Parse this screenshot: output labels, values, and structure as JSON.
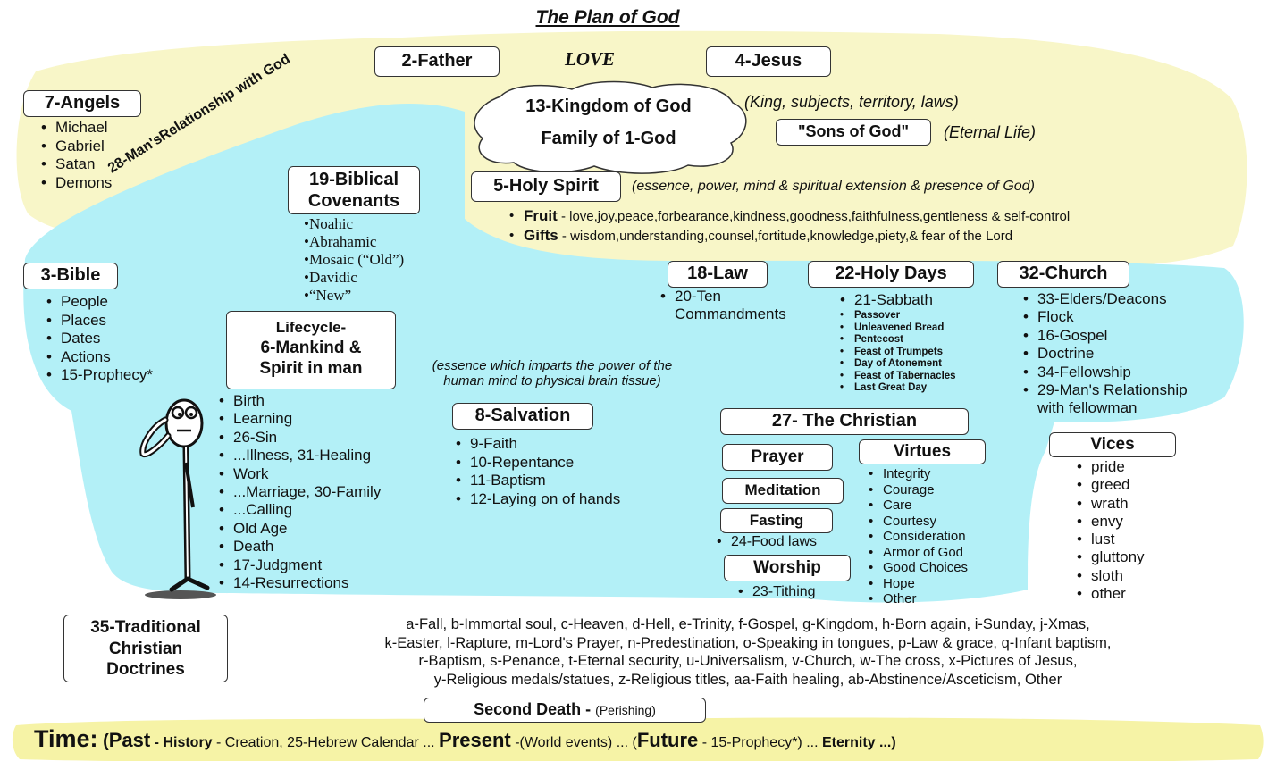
{
  "title": "The Plan of God",
  "top": {
    "father": "2-Father",
    "love": "LOVE",
    "jesus": "4-Jesus",
    "kingdom_line1": "13-Kingdom of God",
    "kingdom_line2": "Family of 1-God",
    "kingdom_note": "(King, subjects, territory, laws)",
    "sons": "\"Sons of God\"",
    "sons_note": "(Eternal Life)",
    "holy_spirit": "5-Holy Spirit",
    "holy_spirit_note": "(essence, power, mind & spiritual extension & presence of God)",
    "fruit_label": "Fruit",
    "fruit_text": " - love,joy,peace,forbearance,kindness,goodness,faithfulness,gentleness & self-control",
    "gifts_label": "Gifts",
    "gifts_text": " - wisdom,understanding,counsel,fortitude,knowledge,piety,& fear of the Lord"
  },
  "angels": {
    "title": "7-Angels",
    "items": [
      "Michael",
      "Gabriel",
      "Satan",
      "Demons"
    ]
  },
  "relationship_label": "28-Man'sRelationship with God",
  "covenants": {
    "title_line1": "19-Biblical",
    "title_line2": "Covenants",
    "items": [
      "•Noahic",
      "•Abrahamic",
      "•Mosaic (“Old”)",
      "•Davidic",
      "•“New”"
    ]
  },
  "bible": {
    "title": "3-Bible",
    "items": [
      "People",
      "Places",
      "Dates",
      "Actions",
      "15-Prophecy*"
    ]
  },
  "lifecycle": {
    "title_line1": "Lifecycle-",
    "title_line2": "6-Mankind &",
    "title_line3": "Spirit in man",
    "note_line1": "(essence which imparts the power of the",
    "note_line2": "human mind to physical brain tissue)",
    "items": [
      "Birth",
      "Learning",
      "26-Sin",
      "...Illness, 31-Healing",
      "Work",
      "...Marriage, 30-Family",
      "...Calling",
      "Old Age",
      "Death",
      "17-Judgment",
      "14-Resurrections"
    ]
  },
  "salvation": {
    "title": "8-Salvation",
    "items": [
      "9-Faith",
      "10-Repentance",
      "11-Baptism",
      "12-Laying on of hands"
    ]
  },
  "law": {
    "title": "18-Law",
    "item_line1": "20-Ten",
    "item_line2": "Commandments"
  },
  "holy_days": {
    "title": "22-Holy Days",
    "first": "21-Sabbath",
    "items": [
      "Passover",
      "Unleavened Bread",
      "Pentecost",
      "Feast of Trumpets",
      "Day of Atonement",
      "Feast of Tabernacles",
      "Last Great Day"
    ]
  },
  "church": {
    "title": "32-Church",
    "items": [
      "33-Elders/Deacons",
      "Flock",
      "16-Gospel",
      "Doctrine",
      "34-Fellowship",
      "29-Man's Relationship"
    ],
    "last_cont": "with fellowman"
  },
  "christian": {
    "title": "27- The Christian",
    "prayer": "Prayer",
    "meditation": "Meditation",
    "fasting": "Fasting",
    "fasting_item": "24-Food laws",
    "worship": "Worship",
    "worship_item": "23-Tithing",
    "virtues_title": "Virtues",
    "virtues": [
      "Integrity",
      "Courage",
      "Care",
      "Courtesy",
      "Consideration",
      "Armor of God",
      "Good Choices",
      "Hope",
      "Other"
    ]
  },
  "vices": {
    "title": "Vices",
    "items": [
      "pride",
      "greed",
      "wrath",
      "envy",
      "lust",
      "gluttony",
      "sloth",
      "other"
    ]
  },
  "traditional": {
    "title_line1": "35-Traditional",
    "title_line2": "Christian",
    "title_line3": "Doctrines",
    "lines": [
      "a-Fall, b-Immortal soul, c-Heaven, d-Hell, e-Trinity, f-Gospel, g-Kingdom, h-Born again, i-Sunday, j-Xmas,",
      "k-Easter, l-Rapture, m-Lord's Prayer, n-Predestination, o-Speaking in tongues, p-Law & grace, q-Infant baptism,",
      "r-Baptism, s-Penance, t-Eternal security, u-Universalism, v-Church, w-The cross, x-Pictures of Jesus,",
      "y-Religious medals/statues, z-Religious titles, aa-Faith healing, ab-Abstinence/Asceticism, Other"
    ]
  },
  "second_death": {
    "label": "Second Death -",
    "note": "(Perishing)"
  },
  "time": {
    "label": "Time:",
    "open_paren": " (",
    "past": "Past",
    "dash1": " - ",
    "history": "History",
    "past_text": " - Creation, 25-Hebrew Calendar ... ",
    "present": "Present",
    "present_text": " -(World events) ... (",
    "future": "Future",
    "future_text": " - 15-Prophecy*) ... ",
    "eternity": "Eternity ...)"
  },
  "colors": {
    "yellow": "#f8f6c8",
    "cyan": "#b3f0f7",
    "time_band": "#f6f3a6"
  }
}
